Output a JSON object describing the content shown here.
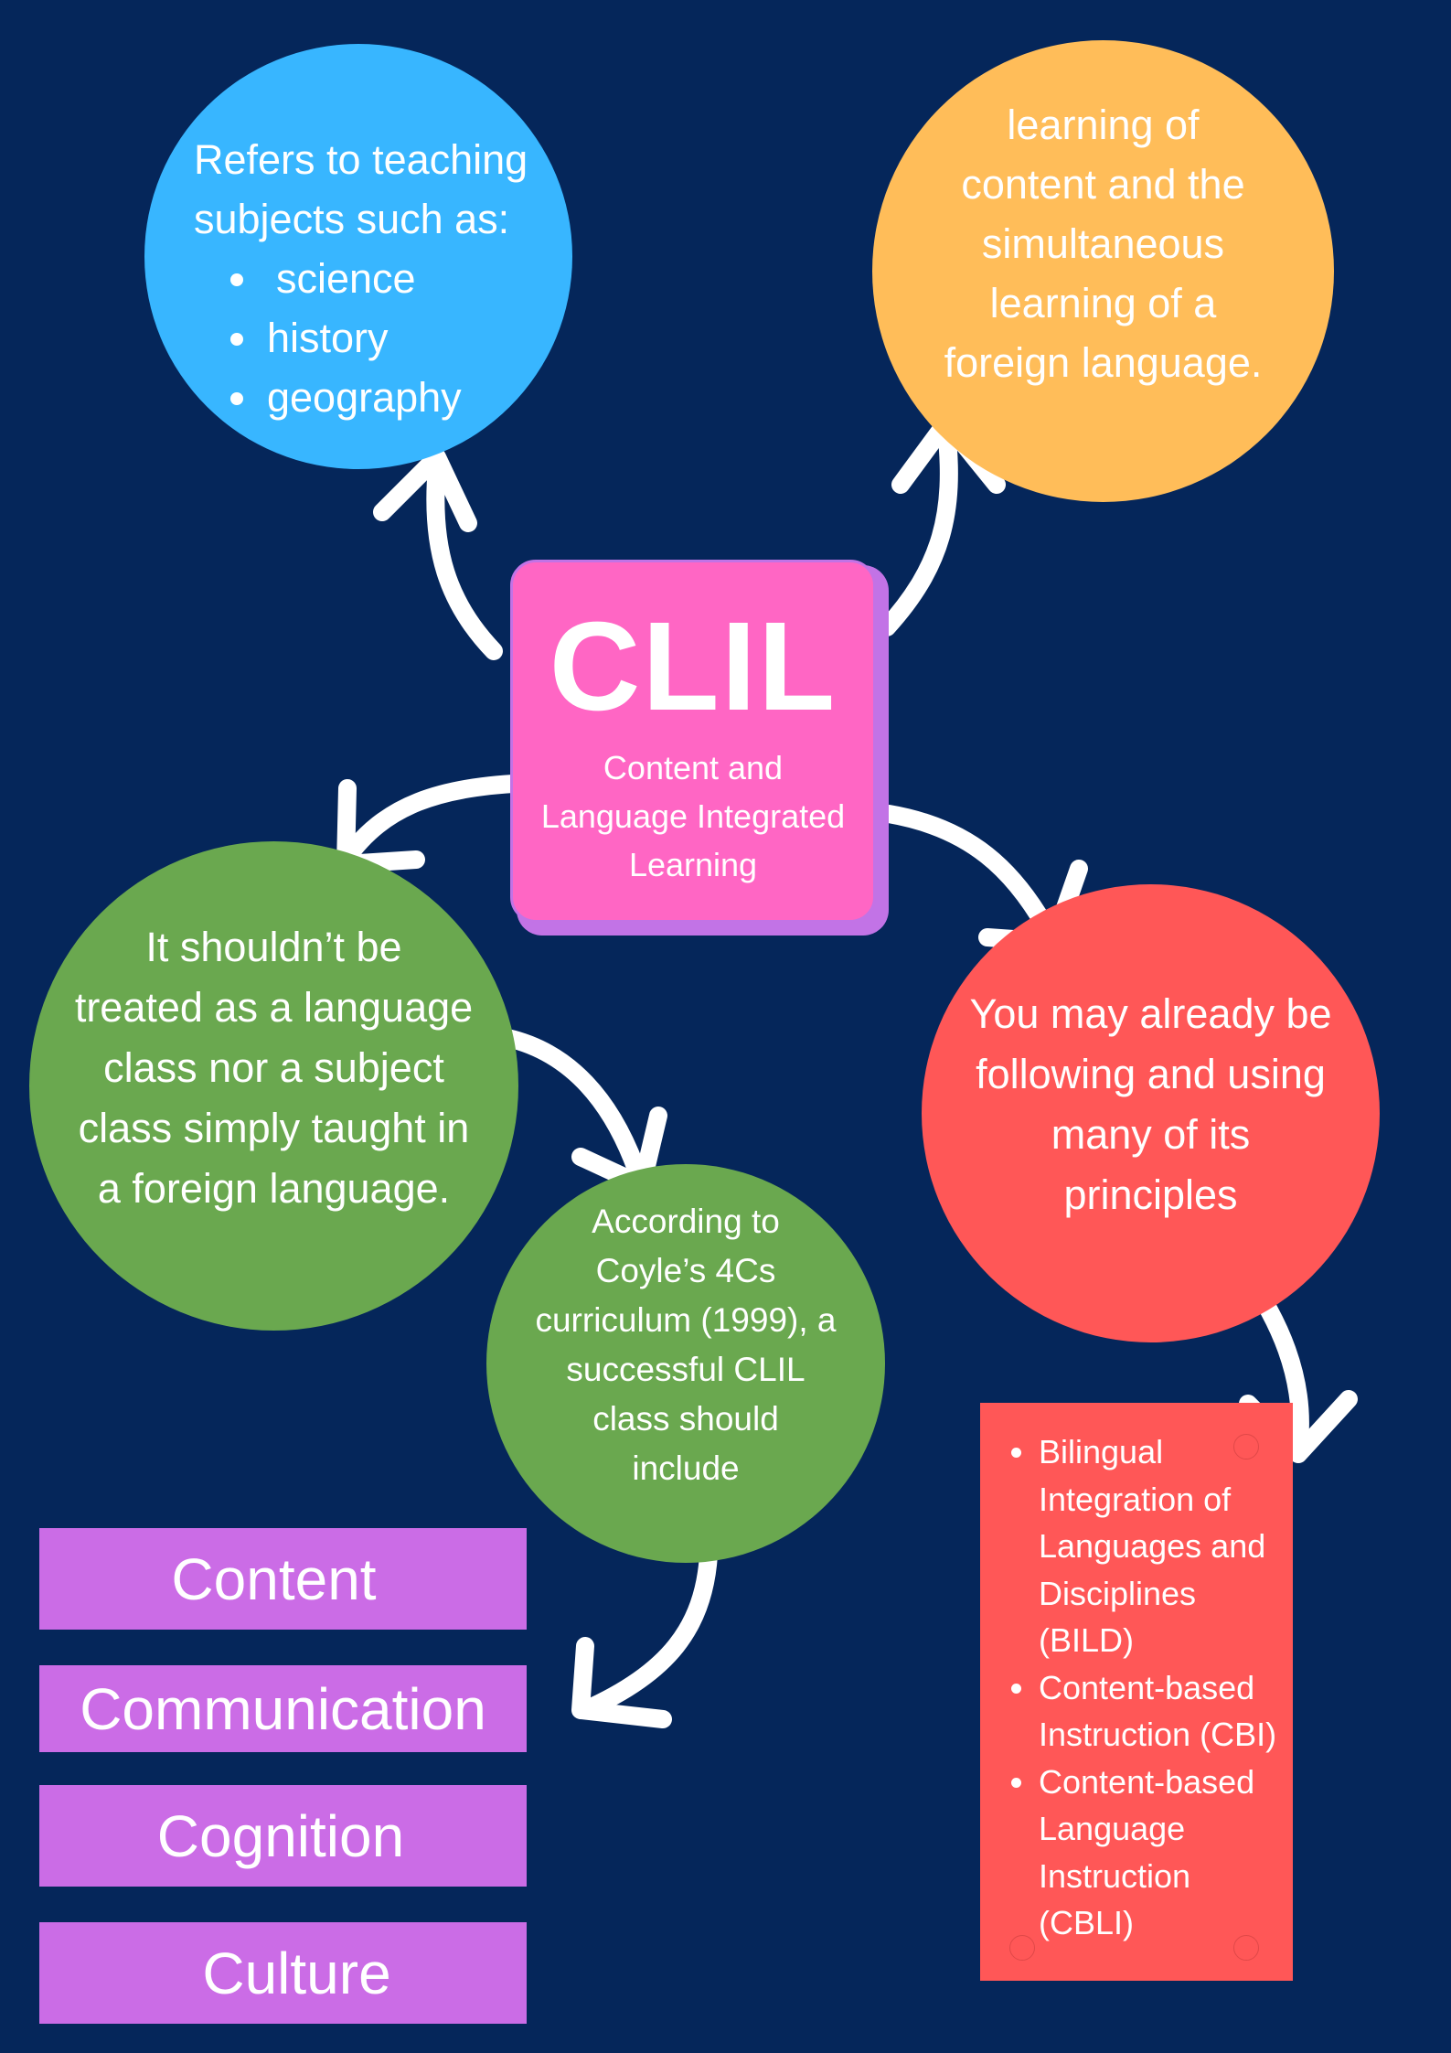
{
  "center": {
    "title": "CLIL",
    "subtitle_lines": [
      "Content and",
      "Language Integrated",
      "Learning"
    ]
  },
  "nodes": {
    "top_left": {
      "intro_lines": [
        "Refers to teaching",
        "subjects such as:"
      ],
      "items": [
        "science",
        "history",
        "geography"
      ]
    },
    "top_right": {
      "lines": [
        "learning of",
        "content and the",
        "simultaneous",
        "learning of a",
        "foreign language."
      ]
    },
    "middle_left": {
      "lines": [
        "It shouldn’t be",
        "treated as a language",
        "class nor a subject",
        "class simply taught in",
        "a foreign language."
      ]
    },
    "middle_center": {
      "lines": [
        "According to",
        "Coyle’s 4Cs",
        "curriculum (1999), a",
        "successful CLIL",
        "class should",
        "include"
      ]
    },
    "middle_right": {
      "lines": [
        "You may already be",
        "following and using",
        "many of its",
        "principles"
      ]
    }
  },
  "four_cs": [
    "Content",
    "Communication",
    "Cognition",
    "Culture"
  ],
  "related_approaches": [
    [
      "Bilingual",
      "Integration of",
      "Languages and",
      "Disciplines",
      "(BILD)"
    ],
    [
      "Content-based",
      "Instruction (CBI)"
    ],
    [
      "Content-based",
      "Language",
      "Instruction",
      "(CBLI)"
    ]
  ],
  "colors": {
    "background": "#05265a",
    "blue": "#38b6ff",
    "orange": "#ffbd59",
    "green": "#6aa84f",
    "red": "#ff5757",
    "pink": "#ff66c4",
    "purple": "#cb6ce6",
    "arrow": "#ffffff"
  }
}
